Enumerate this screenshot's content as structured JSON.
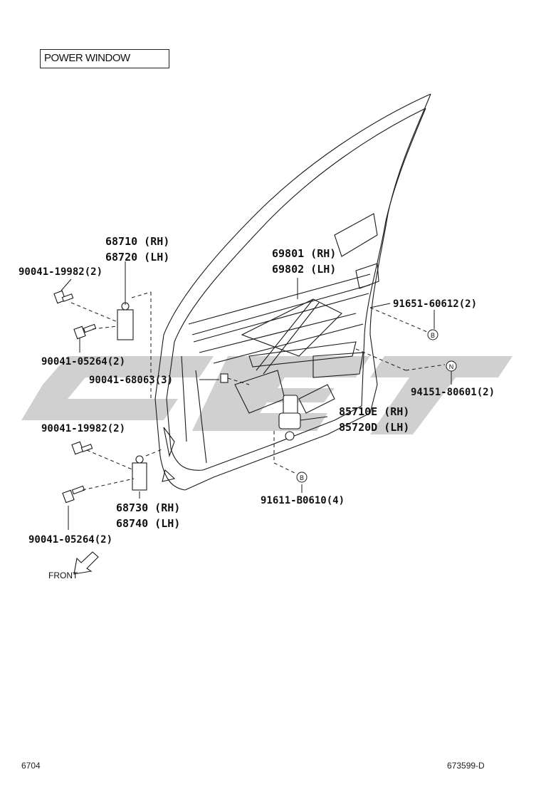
{
  "title": "POWER WINDOW",
  "watermark_color": "#c8c8c8",
  "line_color": "#1a1a1a",
  "parts": {
    "hinge_upper_rh": "68710 (RH)",
    "hinge_upper_lh": "68720 (LH)",
    "bolt_upper_1": "90041-19982(2)",
    "bolt_upper_2": "90041-05264(2)",
    "bolt_center": "90041-68063(3)",
    "bolt_lower_1": "90041-19982(2)",
    "hinge_lower_rh": "68730 (RH)",
    "hinge_lower_lh": "68740 (LH)",
    "bolt_lower_2": "90041-05264(2)",
    "regulator_rh": "69801 (RH)",
    "regulator_lh": "69802 (LH)",
    "bolt_b_right": "91651-60612(2)",
    "nut_n": "94151-80601(2)",
    "motor_rh": "85710E (RH)",
    "motor_lh": "85720D (LH)",
    "bolt_b_bottom": "91611-B0610(4)"
  },
  "markers": {
    "b": "B",
    "n": "N"
  },
  "front_label": "FRONT",
  "footer_left": "6704",
  "footer_right": "673599-D"
}
